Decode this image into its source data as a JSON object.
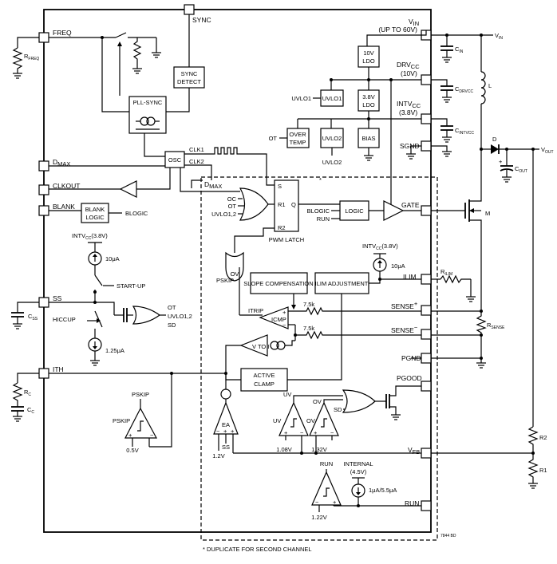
{
  "pins": {
    "sync": "SYNC",
    "freq": "FREQ",
    "dmax": "D",
    "clkout": "CLKOUT",
    "blank": "BLANK",
    "ss": "SS",
    "ith": "ITH",
    "vin": "V",
    "drvcc": "DRV",
    "intvcc": "INTV",
    "sgnd": "SGND",
    "gate": "GATE",
    "ilim": "ILIM",
    "sense_p": "SENSE",
    "sense_n": "SENSE",
    "pgnd": "PGND",
    "pgood": "PGOOD",
    "vfb": "V",
    "run": "RUN"
  },
  "pin_subs": {
    "vin_sub": "IN",
    "vin_note": "(UP TO 60V)",
    "drvcc_sub": "CC",
    "drvcc_note": "(10V)",
    "intvcc_sub": "CC",
    "intvcc_note": "(3.8V)",
    "dmax_sub": "MAX",
    "vfb_sub": "FB",
    "sense_p_sup": "+",
    "sense_n_sup": "−"
  },
  "blocks": {
    "sync_detect_1": "SYNC",
    "sync_detect_2": "DETECT",
    "pll_sync": "PLL-SYNC",
    "osc": "OSC",
    "blank_logic_1": "BLANK",
    "blank_logic_2": "LOGIC",
    "ldo_10v_1": "10V",
    "ldo_10v_2": "LDO",
    "ldo_38v_1": "3.8V",
    "ldo_38v_2": "LDO",
    "uvlo1": "UVLO1",
    "over_temp_1": "OVER",
    "over_temp_2": "TEMP",
    "uvlo2": "UVLO2",
    "bias": "BIAS",
    "logic": "LOGIC",
    "slope_comp": "SLOPE COMPENSATION",
    "ilim_adj": "ILIM ADJUSTMENT",
    "active_clamp_1": "ACTIVE",
    "active_clamp_2": "CLAMP",
    "pwm_latch": "PWM LATCH",
    "latch_s": "S",
    "latch_r1": "R1",
    "latch_q": "Q",
    "latch_r2": "R2"
  },
  "labels": {
    "clk1": "CLK1",
    "clk2": "CLK2",
    "dmax_in": "D",
    "dmax_in_sub": "MAX",
    "oc": "OC",
    "ot": "OT",
    "uvlo12": "UVLO1,2",
    "blogic_out": "BLOGIC",
    "blogic_in": "BLOGIC",
    "run_in": "RUN",
    "uvlo1_label": "UVLO1",
    "ot_label": "OT",
    "uvlo2_label": "UVLO2",
    "intvcc_src": "INTV",
    "intvcc_src_sub": "CC",
    "intvcc_src_val": "(3.8V)",
    "ua10": "10μA",
    "start_up": "START-UP",
    "hiccup": "HICCUP",
    "ua125": "1.25μA",
    "or_ot": "OT",
    "or_uvlo": "UVLO1,2",
    "or_sd": "SD",
    "pskip_ov": "OV",
    "pskip_nor": "PSKIP",
    "itrip": "ITRIP",
    "icmp": "ICMP",
    "r75k_1": "7.5k",
    "r75k_2": "7.5k",
    "vto1": "V TO I",
    "ilim_src": "INTV",
    "ilim_src_sub": "CC",
    "ilim_src_val": "(3.8V)",
    "ilim_ua": "10μA",
    "pskip_top": "PSKIP",
    "pskip_cmp": "PSKIP",
    "v05": "0.5V",
    "ea": "EA",
    "ea_ss": "SS",
    "v12": "1.2V",
    "uv_top": "UV",
    "ov_top": "OV",
    "uv_cmp": "UV",
    "ov_cmp": "OV",
    "sd": "SD",
    "v108": "1.08V",
    "v132": "1.32V",
    "run_cmp": "RUN",
    "internal": "INTERNAL",
    "internal_v": "(4.5V)",
    "run_ua": "1μA/5.5μA",
    "v122": "1.22V",
    "footnote": "* DUPLICATE FOR SECOND CHANNEL",
    "fignum": "7844 BD",
    "star": "*"
  },
  "external": {
    "rfreq": "R",
    "rfreq_sub": "FREQ",
    "css": "C",
    "css_sub": "SS",
    "rc": "R",
    "rc_sub": "C",
    "cc": "C",
    "cc_sub": "C",
    "cin": "C",
    "cin_sub": "IN",
    "cdrvcc": "C",
    "cdrvcc_sub": "DRVCC",
    "cintvcc": "C",
    "cintvcc_sub": "INTVCC",
    "inductor": "L",
    "diode": "D",
    "vout": "V",
    "vout_sub": "OUT",
    "cout": "C",
    "cout_sub": "OUT",
    "mosfet": "M",
    "rilim": "R",
    "rilim_sub": "ILIM",
    "rsense": "R",
    "rsense_sub": "SENSE",
    "r2": "R2",
    "r1": "R1",
    "vin_rail": "V",
    "vin_rail_sub": "IN"
  }
}
